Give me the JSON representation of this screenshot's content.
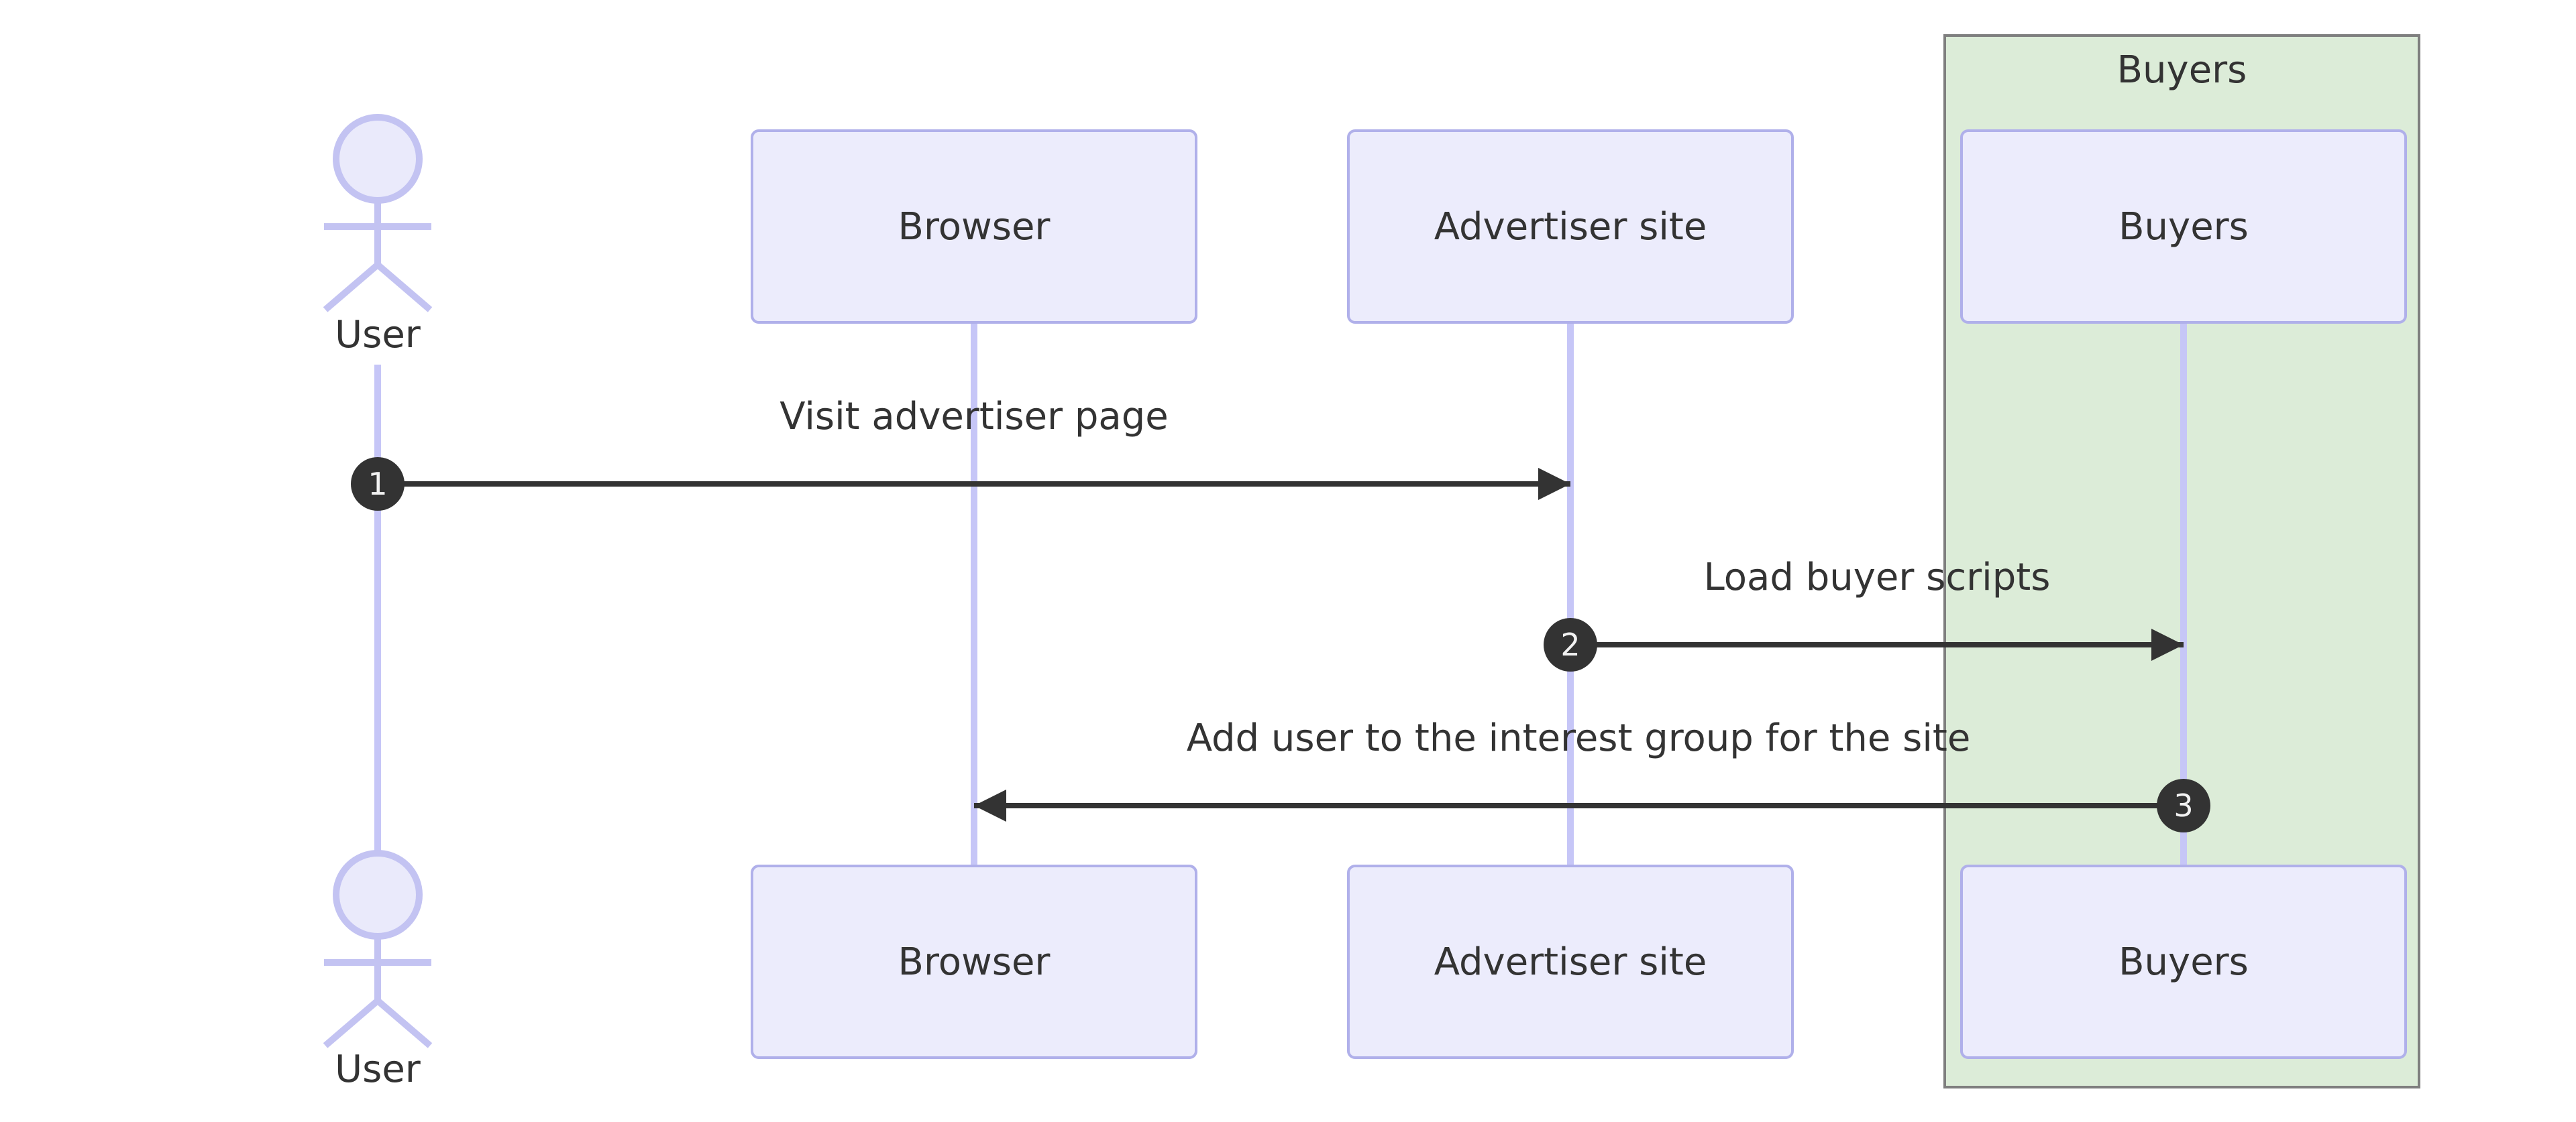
{
  "diagram": {
    "type": "sequence",
    "background": "#ffffff",
    "palette": {
      "participant_fill": "#ececfc",
      "participant_border": "#b0b0ea",
      "lifeline": "#c6c6f7",
      "actor_stroke": "#c3c3f2",
      "actor_head_fill": "#eaeafb",
      "group_fill": "#dcecd8",
      "group_border": "#7f7f7f",
      "arrow": "#333333",
      "badge_fill": "#333333",
      "badge_text": "#f2f2f2",
      "text": "#333333"
    },
    "actors": [
      {
        "id": "user",
        "label": "User",
        "kind": "actor"
      },
      {
        "id": "browser",
        "label": "Browser",
        "kind": "participant"
      },
      {
        "id": "advertiser",
        "label": "Advertiser site",
        "kind": "participant"
      },
      {
        "id": "buyers",
        "label": "Buyers",
        "kind": "participant"
      }
    ],
    "group": {
      "label": "Buyers",
      "members": [
        "buyers"
      ]
    },
    "messages": [
      {
        "seq": "1",
        "label": "Visit advertiser page",
        "from": "user",
        "to": "advertiser"
      },
      {
        "seq": "2",
        "label": "Load buyer scripts",
        "from": "advertiser",
        "to": "buyers"
      },
      {
        "seq": "3",
        "label": "Add user to the interest group for the site",
        "from": "buyers",
        "to": "browser"
      }
    ]
  }
}
